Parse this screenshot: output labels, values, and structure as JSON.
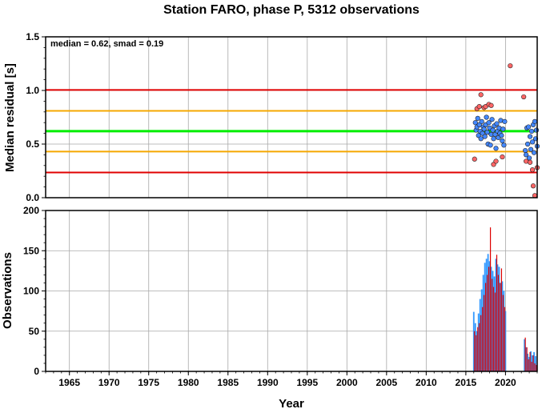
{
  "chart_data": [
    {
      "type": "scatter",
      "title": "Station FARO, phase P, 5312 observations",
      "ylabel": "Median residual [s]",
      "annotation": "median = 0.62, smad = 0.19",
      "xlim": [
        1962,
        2024
      ],
      "ylim": [
        0,
        1.5
      ],
      "yticks": [
        0,
        0.5,
        1.0,
        1.5
      ],
      "ytick_labels": [
        "0.0",
        "0.5",
        "1.0",
        "1.5"
      ],
      "grid": true,
      "reference_lines": [
        {
          "name": "median",
          "y": 0.62,
          "color": "#00ee00"
        },
        {
          "name": "median ± 1 smad",
          "y": 0.43,
          "color": "#f5a800"
        },
        {
          "name": "median ± 1 smad",
          "y": 0.81,
          "color": "#f5a800"
        },
        {
          "name": "median ± 2 smad",
          "y": 0.235,
          "color": "#e00000"
        },
        {
          "name": "median ± 2 smad",
          "y": 1.005,
          "color": "#e00000"
        }
      ],
      "series": [
        {
          "color": "#4488ff",
          "points": [
            [
              2016.2,
              0.7
            ],
            [
              2016.3,
              0.63
            ],
            [
              2016.4,
              0.66
            ],
            [
              2016.5,
              0.74
            ],
            [
              2016.6,
              0.58
            ],
            [
              2016.7,
              0.68
            ],
            [
              2016.8,
              0.62
            ],
            [
              2016.9,
              0.55
            ],
            [
              2017.0,
              0.71
            ],
            [
              2017.1,
              0.6
            ],
            [
              2017.2,
              0.66
            ],
            [
              2017.3,
              0.64
            ],
            [
              2017.4,
              0.57
            ],
            [
              2017.5,
              0.68
            ],
            [
              2017.6,
              0.75
            ],
            [
              2017.7,
              0.61
            ],
            [
              2017.8,
              0.5
            ],
            [
              2017.9,
              0.7
            ],
            [
              2018.0,
              0.65
            ],
            [
              2018.1,
              0.49
            ],
            [
              2018.2,
              0.59
            ],
            [
              2018.3,
              0.73
            ],
            [
              2018.4,
              0.63
            ],
            [
              2018.5,
              0.55
            ],
            [
              2018.6,
              0.67
            ],
            [
              2018.7,
              0.59
            ],
            [
              2018.8,
              0.46
            ],
            [
              2018.9,
              0.69
            ],
            [
              2019.0,
              0.62
            ],
            [
              2019.1,
              0.56
            ],
            [
              2019.2,
              0.65
            ],
            [
              2019.3,
              0.6
            ],
            [
              2019.4,
              0.72
            ],
            [
              2019.5,
              0.58
            ],
            [
              2019.6,
              0.53
            ],
            [
              2019.7,
              0.64
            ],
            [
              2019.8,
              0.49
            ],
            [
              2019.9,
              0.71
            ],
            [
              2022.5,
              0.44
            ],
            [
              2022.6,
              0.4
            ],
            [
              2022.7,
              0.65
            ],
            [
              2022.8,
              0.5
            ],
            [
              2022.9,
              0.66
            ],
            [
              2023.0,
              0.37
            ],
            [
              2023.1,
              0.57
            ],
            [
              2023.2,
              0.45
            ],
            [
              2023.3,
              0.62
            ],
            [
              2023.4,
              0.52
            ],
            [
              2023.5,
              0.68
            ],
            [
              2023.6,
              0.42
            ],
            [
              2023.7,
              0.71
            ],
            [
              2023.8,
              0.55
            ],
            [
              2023.9,
              0.63
            ],
            [
              2024.0,
              0.48
            ]
          ]
        },
        {
          "color": "#ff6666",
          "points": [
            [
              2016.1,
              0.36
            ],
            [
              2016.4,
              0.83
            ],
            [
              2016.7,
              0.85
            ],
            [
              2016.9,
              0.96
            ],
            [
              2017.3,
              0.84
            ],
            [
              2017.5,
              0.85
            ],
            [
              2017.9,
              0.87
            ],
            [
              2018.2,
              0.86
            ],
            [
              2018.5,
              0.31
            ],
            [
              2018.8,
              0.34
            ],
            [
              2019.6,
              0.38
            ],
            [
              2020.6,
              1.23
            ],
            [
              2022.3,
              0.94
            ],
            [
              2022.6,
              0.34
            ],
            [
              2023.1,
              0.33
            ],
            [
              2023.4,
              0.26
            ],
            [
              2023.5,
              0.11
            ],
            [
              2023.7,
              0.02
            ],
            [
              2024.0,
              0.28
            ]
          ]
        }
      ]
    },
    {
      "type": "bar",
      "xlabel": "Year",
      "ylabel": "Observations",
      "xlim": [
        1962,
        2024
      ],
      "ylim": [
        0,
        200
      ],
      "yticks": [
        0,
        50,
        100,
        150,
        200
      ],
      "ytick_labels": [
        "0",
        "50",
        "100",
        "150",
        "200"
      ],
      "xticks": [
        1965,
        1970,
        1975,
        1980,
        1985,
        1990,
        1995,
        2000,
        2005,
        2010,
        2015,
        2020
      ],
      "xtick_labels": [
        "1965",
        "1970",
        "1975",
        "1980",
        "1985",
        "1990",
        "1995",
        "2000",
        "2005",
        "2010",
        "2015",
        "2020"
      ],
      "grid": true,
      "series": [
        {
          "color": "#3399ff",
          "x": [
            2016.0,
            2016.2,
            2016.4,
            2016.6,
            2016.8,
            2017.0,
            2017.2,
            2017.4,
            2017.6,
            2017.8,
            2018.0,
            2018.2,
            2018.4,
            2018.6,
            2018.8,
            2019.0,
            2019.2,
            2019.4,
            2019.6,
            2019.8,
            2020.0,
            2022.4,
            2022.6,
            2022.8,
            2023.0,
            2023.2,
            2023.4,
            2023.6,
            2023.8
          ],
          "values": [
            74,
            60,
            50,
            72,
            90,
            102,
            120,
            135,
            140,
            146,
            137,
            130,
            125,
            118,
            140,
            133,
            130,
            110,
            112,
            100,
            75,
            40,
            30,
            22,
            18,
            25,
            20,
            24,
            19
          ]
        },
        {
          "color": "#dd0000",
          "x": [
            2016.1,
            2016.3,
            2016.5,
            2016.7,
            2016.9,
            2017.1,
            2017.3,
            2017.5,
            2017.7,
            2017.9,
            2018.1,
            2018.3,
            2018.5,
            2018.7,
            2018.9,
            2019.1,
            2019.3,
            2019.5,
            2019.7,
            2019.9,
            2022.5,
            2022.7,
            2022.9,
            2023.1,
            2023.3,
            2023.5,
            2023.7,
            2023.9
          ],
          "values": [
            50,
            45,
            55,
            60,
            70,
            80,
            95,
            110,
            120,
            130,
            179,
            115,
            105,
            98,
            145,
            120,
            110,
            128,
            95,
            80,
            42,
            30,
            15,
            24,
            12,
            20,
            10,
            8
          ]
        }
      ]
    }
  ]
}
